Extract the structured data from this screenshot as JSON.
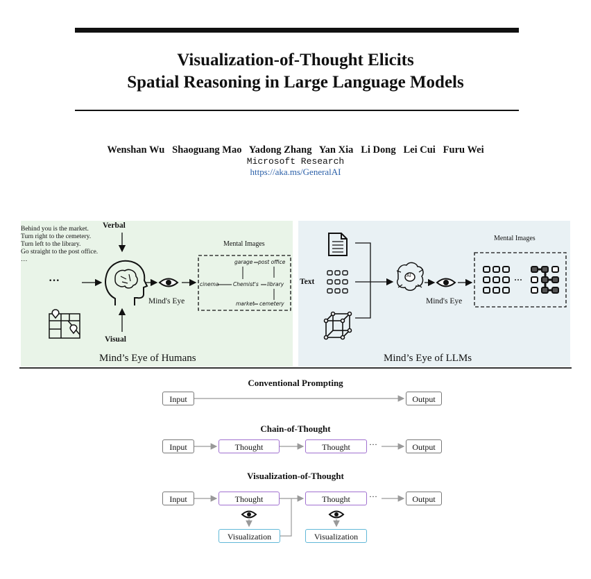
{
  "paper": {
    "title_line1": "Visualization-of-Thought Elicits",
    "title_line2": "Spatial Reasoning in Large Language Models",
    "authors": "Wenshan Wu   Shaoguang Mao   Yadong Zhang   Yan Xia   Li Dong   Lei Cui   Furu Wei",
    "affiliation": "Microsoft Research",
    "url": "https://aka.ms/GeneralAI"
  },
  "humans_panel": {
    "instructions": [
      "Behind you is the market.",
      "Turn right to the cemetery.",
      "Turn left to the library.",
      "Go straight to the post office.",
      "…"
    ],
    "verbal_label": "Verbal",
    "visual_label": "Visual",
    "ellipsis": "···",
    "minds_eye_label": "Mind's Eye",
    "mental_images_label": "Mental Images",
    "map_nodes": {
      "garage": "garage",
      "post_office": "post office",
      "cinema": "cinema",
      "chemists": "Chemist's",
      "library": "library",
      "market": "market",
      "cemetery": "cemetery"
    },
    "caption": "Mind’s Eye of Humans"
  },
  "llm_panel": {
    "text_label": "Text",
    "ai_label": "AI",
    "minds_eye_label": "Mind's Eye",
    "mental_images_label": "Mental Images",
    "ellipsis": "···",
    "caption": "Mind’s Eye of LLMs"
  },
  "flow": {
    "conventional": {
      "title": "Conventional Prompting",
      "input": "Input",
      "output": "Output"
    },
    "cot": {
      "title": "Chain-of-Thought",
      "input": "Input",
      "thought1": "Thought",
      "thought2": "Thought",
      "ellipsis": "···",
      "output": "Output"
    },
    "vot": {
      "title": "Visualization-of-Thought",
      "input": "Input",
      "thought1": "Thought",
      "thought2": "Thought",
      "ellipsis": "···",
      "output": "Output",
      "vis1": "Visualization",
      "vis2": "Visualization"
    }
  }
}
